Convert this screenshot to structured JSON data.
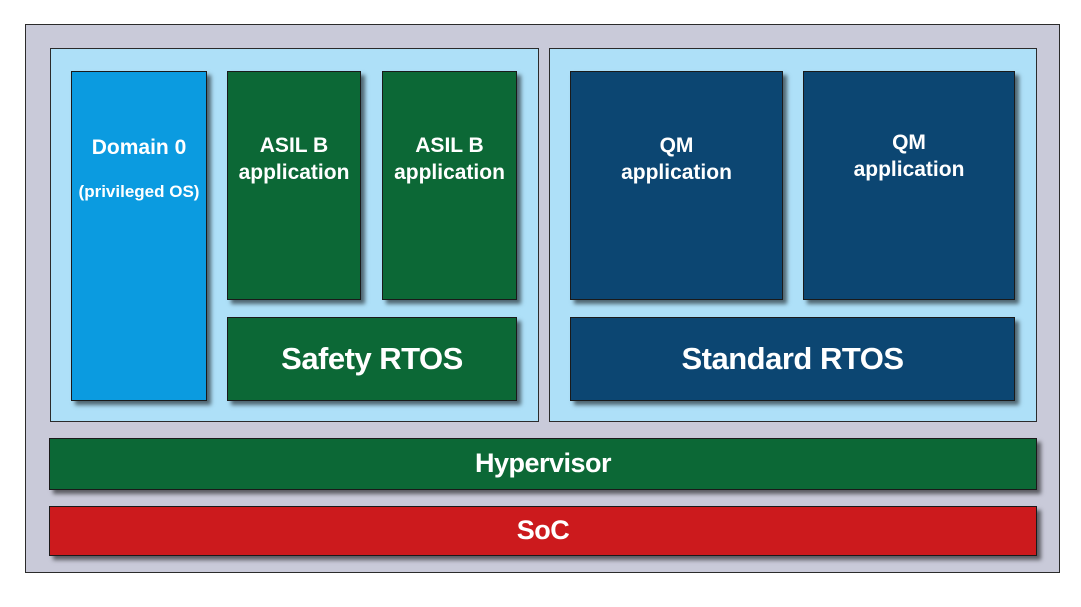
{
  "colors": {
    "frame_bg": "#c9cad9",
    "partition_bg": "#aee0f8",
    "domain0": "#0b9be0",
    "safety_green": "#0c6836",
    "qm_navy": "#0c4672",
    "soc_red": "#cc1a1d"
  },
  "domain0": {
    "title": "Domain 0",
    "subtitle": "(privileged OS)"
  },
  "asil_apps": [
    {
      "line1": "ASIL B",
      "line2": "application"
    },
    {
      "line1": "ASIL B",
      "line2": "application"
    }
  ],
  "qm_apps": [
    {
      "line1": "QM",
      "line2": "application"
    },
    {
      "line1": "QM",
      "line2": "application"
    }
  ],
  "safety_rtos": "Safety RTOS",
  "standard_rtos": "Standard RTOS",
  "hypervisor": "Hypervisor",
  "soc": "SoC"
}
